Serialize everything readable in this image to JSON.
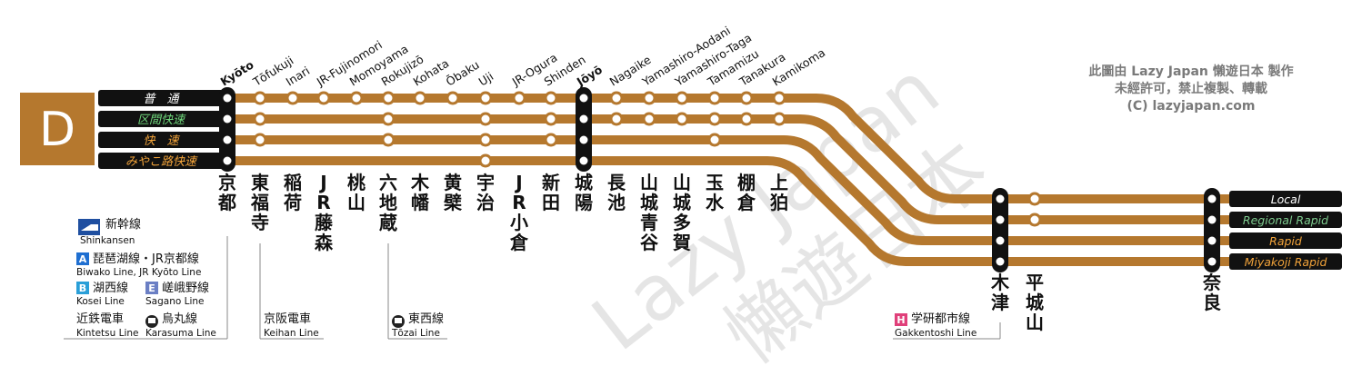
{
  "line_letter": "D",
  "colors": {
    "line": "#b5782e",
    "badge": "#b5782e",
    "rapid_text": "#f2a33a",
    "regional_text": "#7ecb8f",
    "kubun_text": "#6ed47a",
    "label_bg": "#111111",
    "watermark": "#d0d0d0"
  },
  "services_left": [
    {
      "label": "普　通",
      "color_key": "white"
    },
    {
      "label": "区間快速",
      "color_key": "kubun"
    },
    {
      "label": "快　速",
      "color_key": "rapid"
    },
    {
      "label": "みやこ路快速",
      "color_key": "rapid"
    }
  ],
  "services_right": [
    {
      "label": "Local",
      "color_key": "white"
    },
    {
      "label": "Regional Rapid",
      "color_key": "regional"
    },
    {
      "label": "Rapid",
      "color_key": "rapid"
    },
    {
      "label": "Miyakoji Rapid",
      "color_key": "rapid"
    }
  ],
  "stations": [
    {
      "en": "Kyōto",
      "jp": "京都",
      "stops": [
        1,
        1,
        1,
        1
      ],
      "major": true
    },
    {
      "en": "Tōfukuji",
      "jp": "東福寺",
      "stops": [
        1,
        1,
        1,
        0
      ]
    },
    {
      "en": "Inari",
      "jp": "稲荷",
      "stops": [
        1,
        0,
        0,
        0
      ]
    },
    {
      "en": "JR-Fujinomori",
      "jp": "JR藤森",
      "stops": [
        1,
        0,
        0,
        0
      ]
    },
    {
      "en": "Momoyama",
      "jp": "桃山",
      "stops": [
        1,
        0,
        0,
        0
      ]
    },
    {
      "en": "Rokujizō",
      "jp": "六地蔵",
      "stops": [
        1,
        1,
        1,
        0
      ]
    },
    {
      "en": "Kohata",
      "jp": "木幡",
      "stops": [
        1,
        0,
        0,
        0
      ]
    },
    {
      "en": "Ōbaku",
      "jp": "黄檗",
      "stops": [
        1,
        0,
        0,
        0
      ]
    },
    {
      "en": "Uji",
      "jp": "宇治",
      "stops": [
        1,
        1,
        1,
        1
      ]
    },
    {
      "en": "JR-Ogura",
      "jp": "JR小倉",
      "stops": [
        1,
        0,
        0,
        0
      ]
    },
    {
      "en": "Shinden",
      "jp": "新田",
      "stops": [
        1,
        1,
        1,
        0
      ]
    },
    {
      "en": "Jōyō",
      "jp": "城陽",
      "stops": [
        1,
        1,
        1,
        1
      ],
      "major": true
    },
    {
      "en": "Nagaike",
      "jp": "長池",
      "stops": [
        1,
        1,
        0,
        0
      ]
    },
    {
      "en": "Yamashiro-Aodani",
      "jp": "山城青谷",
      "stops": [
        1,
        1,
        0,
        0
      ]
    },
    {
      "en": "Yamashiro-Taga",
      "jp": "山城多賀",
      "stops": [
        1,
        1,
        0,
        0
      ]
    },
    {
      "en": "Tamamizu",
      "jp": "玉水",
      "stops": [
        1,
        1,
        1,
        0
      ]
    },
    {
      "en": "Tanakura",
      "jp": "棚倉",
      "stops": [
        1,
        1,
        0,
        0
      ]
    },
    {
      "en": "Kamikoma",
      "jp": "上狛",
      "stops": [
        1,
        1,
        0,
        0
      ]
    },
    {
      "en": "",
      "jp": "木津",
      "stops": [
        1,
        1,
        1,
        1
      ],
      "major": true
    },
    {
      "en": "",
      "jp": "平城山",
      "stops": [
        1,
        1,
        0,
        0
      ]
    },
    {
      "en": "",
      "jp": "奈良",
      "stops": [
        1,
        1,
        1,
        1
      ],
      "major": true
    }
  ],
  "legend": [
    {
      "icon": "shinkansen",
      "jp": "新幹線",
      "en": "Shinkansen"
    },
    {
      "icon": "A",
      "icon_color": "#1f6fd1",
      "jp": "琵琶湖線・JR京都線",
      "en": "Biwako Line, JR Kyōto Line"
    },
    {
      "icon": "B",
      "icon_color": "#2a9fd8",
      "jp": "湖西線",
      "en": "Kosei Line"
    },
    {
      "icon": "E",
      "icon_color": "#6b7fc4",
      "jp": "嵯峨野線",
      "en": "Sagano Line"
    },
    {
      "icon": "",
      "jp": "近鉄電車",
      "en": "Kintetsu Line"
    },
    {
      "icon": "subway",
      "jp": "烏丸線",
      "en": "Karasuma Line"
    }
  ],
  "transfers": [
    {
      "jp": "京阪電車",
      "en": "Keihan Line"
    },
    {
      "icon": "subway",
      "jp": "東西線",
      "en": "Tōzai Line"
    },
    {
      "icon": "H",
      "icon_color": "#e0407a",
      "jp": "学研都市線",
      "en": "Gakkentoshi Line"
    }
  ],
  "copyright": [
    "此圖由 Lazy Japan 懶遊日本 製作",
    "未經許可，禁止複製、轉載",
    "(C) lazyjapan.com"
  ],
  "watermark": {
    "en": "Lazy Japan",
    "jp": "懶遊日本"
  }
}
